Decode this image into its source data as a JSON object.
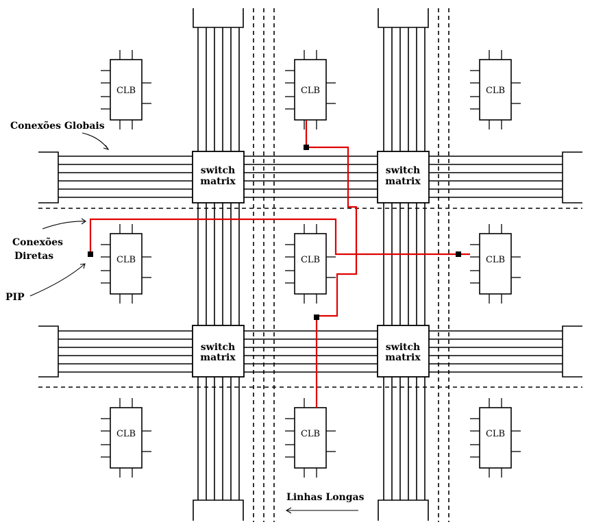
{
  "diagram": {
    "clb_label": "CLB",
    "switch_matrix_line1": "switch",
    "switch_matrix_line2": "matrix",
    "annotations": {
      "global": "Conexões Globais",
      "direct_line1": "Conexões",
      "direct_line2": "Diretas",
      "pip": "PIP",
      "long_lines": "Linhas Longas"
    },
    "colors": {
      "wire": "#000000",
      "route": "#e00000",
      "pip": "#000000"
    }
  }
}
